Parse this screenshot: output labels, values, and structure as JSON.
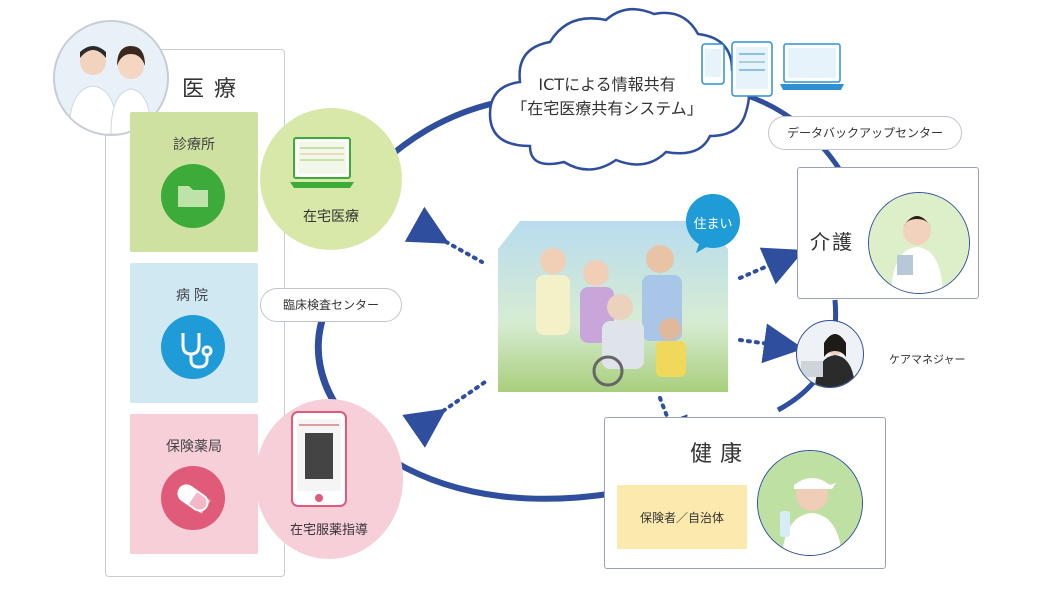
{
  "medical": {
    "title": "医療",
    "facilities": [
      {
        "label": "診療所",
        "icon": "folder-icon"
      },
      {
        "label": "病院",
        "icon": "stethoscope-icon"
      },
      {
        "label": "保険薬局",
        "icon": "capsule-icon"
      }
    ],
    "home_care_label": "在宅医療",
    "home_pharma_label": "在宅服薬指導"
  },
  "lab_center_label": "臨床検査センター",
  "cloud": {
    "line1": "ICTによる情報共有",
    "line2": "「在宅医療共有システム」"
  },
  "backup_center_label": "データバックアップセンター",
  "home_bubble_label": "住まい",
  "care": {
    "title": "介護"
  },
  "care_manager_label": "ケアマネジャー",
  "health": {
    "title": "健康",
    "insurer_label": "保険者／自治体"
  },
  "colors": {
    "ring": "#2f4f9e",
    "clinic_green": "#cfe1a0",
    "clinic_icon": "#3cab3a",
    "hospital_blue": "#cfe8f2",
    "hospital_icon": "#1f9bd7",
    "pharmacy_pink": "#f7cfd8",
    "pharmacy_icon": "#e05a7a",
    "insurer_yellow": "#fbe9ae"
  }
}
